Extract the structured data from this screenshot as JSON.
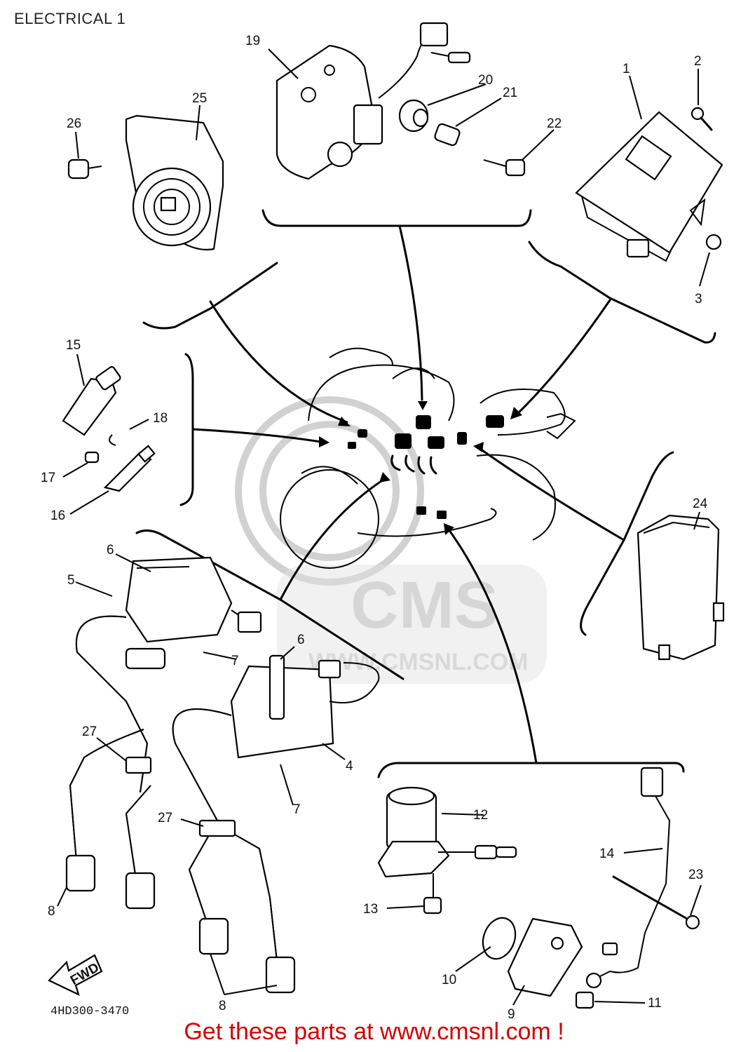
{
  "title": "ELECTRICAL 1",
  "diagram_code": "4HD300-3470",
  "footer": "Get these parts at www.cmsnl.com !",
  "watermark": {
    "brand": "CMS",
    "url": "WWW.CMSNL.COM"
  },
  "fwd_label": "FWD",
  "callouts": {
    "p1": "1",
    "p2": "2",
    "p3": "3",
    "p4": "4",
    "p5": "5",
    "p6a": "6",
    "p6b": "6",
    "p7a": "7",
    "p7b": "7",
    "p8a": "8",
    "p8b": "8",
    "p9": "9",
    "p10": "10",
    "p11": "11",
    "p12": "12",
    "p13": "13",
    "p14": "14",
    "p15": "15",
    "p16": "16",
    "p17": "17",
    "p18": "18",
    "p19": "19",
    "p20": "20",
    "p21": "21",
    "p22": "22",
    "p23": "23",
    "p24": "24",
    "p25": "25",
    "p26": "26",
    "p27a": "27",
    "p27b": "27"
  },
  "colors": {
    "footer": "#d40000",
    "watermark": "#c9c9c9",
    "ink": "#000000"
  }
}
